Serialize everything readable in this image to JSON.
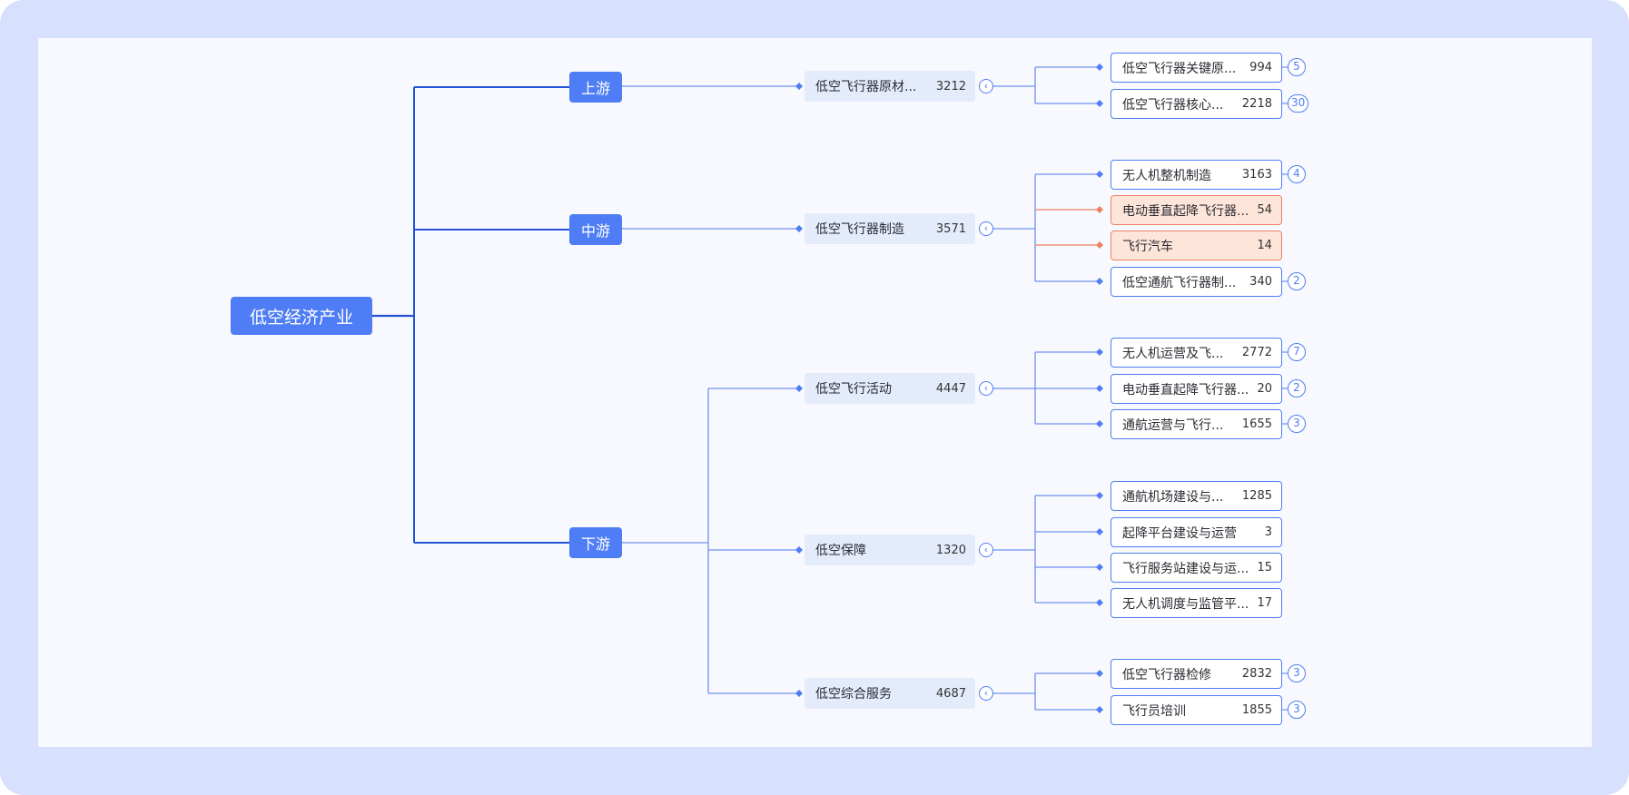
{
  "mindmap": {
    "root": {
      "label": "低空经济产业"
    },
    "branches": [
      {
        "label": "上游",
        "children": [
          {
            "label": "低空飞行器原材...",
            "count": "3212",
            "children": [
              {
                "label": "低空飞行器关键原...",
                "count": "994",
                "badge": "5",
                "highlight": false
              },
              {
                "label": "低空飞行器核心...",
                "count": "2218",
                "badge": "30",
                "highlight": false
              }
            ]
          }
        ]
      },
      {
        "label": "中游",
        "children": [
          {
            "label": "低空飞行器制造",
            "count": "3571",
            "children": [
              {
                "label": "无人机整机制造",
                "count": "3163",
                "badge": "4",
                "highlight": false
              },
              {
                "label": "电动垂直起降飞行器...",
                "count": "54",
                "badge": "",
                "highlight": true
              },
              {
                "label": "飞行汽车",
                "count": "14",
                "badge": "",
                "highlight": true
              },
              {
                "label": "低空通航飞行器制...",
                "count": "340",
                "badge": "2",
                "highlight": false
              }
            ]
          }
        ]
      },
      {
        "label": "下游",
        "children": [
          {
            "label": "低空飞行活动",
            "count": "4447",
            "children": [
              {
                "label": "无人机运营及飞...",
                "count": "2772",
                "badge": "7",
                "highlight": false
              },
              {
                "label": "电动垂直起降飞行器...",
                "count": "20",
                "badge": "2",
                "highlight": false
              },
              {
                "label": "通航运营与飞行...",
                "count": "1655",
                "badge": "3",
                "highlight": false
              }
            ]
          },
          {
            "label": "低空保障",
            "count": "1320",
            "children": [
              {
                "label": "通航机场建设与...",
                "count": "1285",
                "badge": "",
                "highlight": false
              },
              {
                "label": "起降平台建设与运营",
                "count": "3",
                "badge": "",
                "highlight": false
              },
              {
                "label": "飞行服务站建设与运...",
                "count": "15",
                "badge": "",
                "highlight": false
              },
              {
                "label": "无人机调度与监管平...",
                "count": "17",
                "badge": "",
                "highlight": false
              }
            ]
          },
          {
            "label": "低空综合服务",
            "count": "4687",
            "children": [
              {
                "label": "低空飞行器检修",
                "count": "2832",
                "badge": "3",
                "highlight": false
              },
              {
                "label": "飞行员培训",
                "count": "1855",
                "badge": "3",
                "highlight": false
              }
            ]
          }
        ]
      }
    ],
    "collapse_icon": "chevron-left-icon",
    "colors": {
      "frame": "#d7e0fc",
      "canvas": "#f7f9fe",
      "accent": "#4f7df5",
      "node_fill": "#e4ecfc",
      "highlight_fill": "#fde5d9",
      "highlight_border": "#ee8061",
      "link": "#6f92f0",
      "trunk": "#2452d8"
    }
  }
}
